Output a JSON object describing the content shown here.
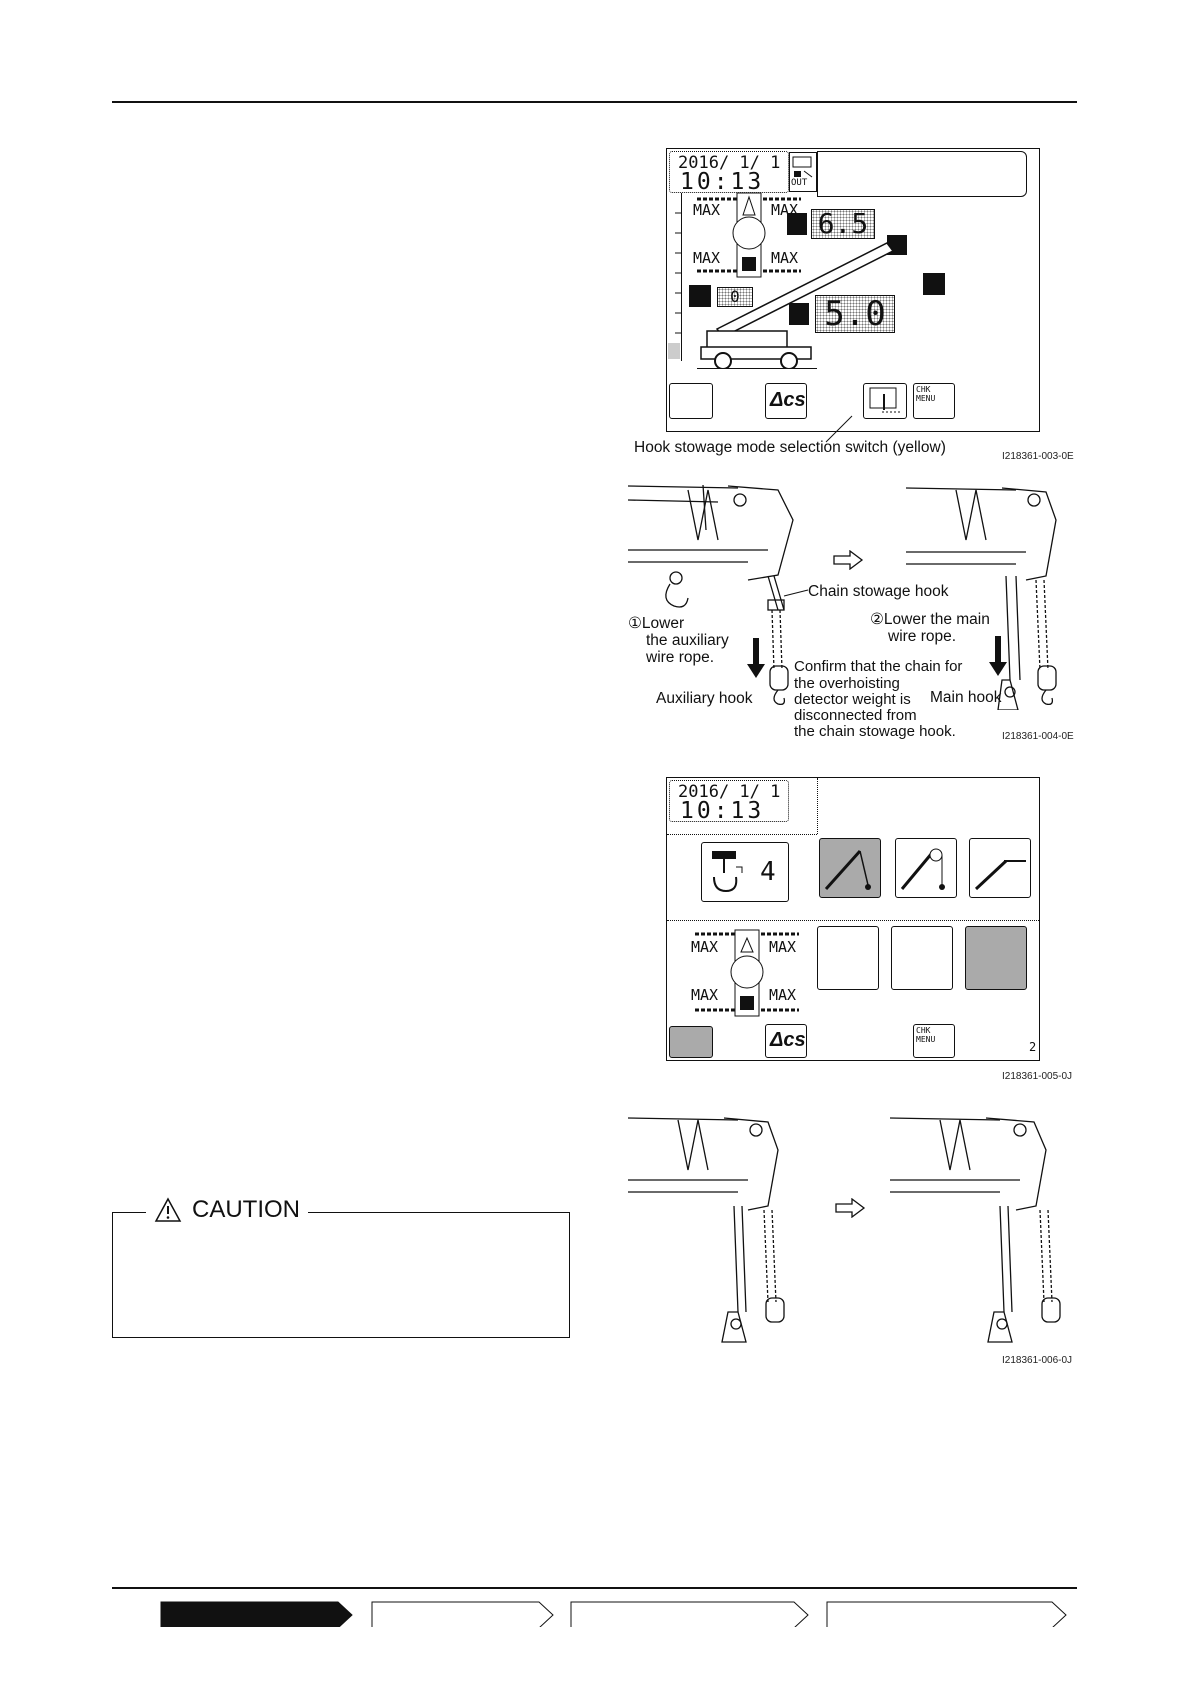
{
  "figure1": {
    "date": "2016/ 1/ 1",
    "time": "10:13",
    "out_label": "OUT",
    "max_labels": [
      "MAX",
      "MAX",
      "MAX",
      "MAX"
    ],
    "value_top": "6.5",
    "value_bottom": "5.0",
    "counter": "0",
    "acs_label": "Δcs",
    "chk_menu": "CHK MENU",
    "callout": "Hook stowage mode selection switch (yellow)",
    "figure_id": "I218361-003-0E",
    "icons": [
      "hook-position-icon",
      "boom-length-icon",
      "working-radius-icon",
      "jib-icon",
      "acs-button",
      "hook-stowage-switch-icon",
      "chk-menu-icon"
    ]
  },
  "figure2": {
    "chain_hook_label": "Chain stowage hook",
    "step1": "①Lower\n  the auxiliary\n  wire rope.",
    "step1_lines": [
      "①Lower",
      "the auxiliary",
      "wire rope."
    ],
    "step2_lines": [
      "②Lower the main",
      "wire rope."
    ],
    "confirm_lines": [
      "Confirm that the chain for",
      "the overhoisting",
      "detector weight is",
      "disconnected from",
      "the chain stowage hook."
    ],
    "aux_hook": "Auxiliary hook",
    "main_hook": "Main hook",
    "figure_id": "I218361-004-0E"
  },
  "figure3": {
    "date": "2016/ 1/ 1",
    "time": "10:13",
    "hook_count": "4",
    "max_labels": [
      "MAX",
      "MAX",
      "MAX",
      "MAX"
    ],
    "acs_label": "Δcs",
    "chk_menu": "CHK MENU",
    "page_number": "2",
    "figure_id": "I218361-005-0J"
  },
  "figure4": {
    "figure_id": "I218361-006-0J"
  },
  "caution": {
    "title": "CAUTION",
    "icon": "warning-triangle-icon"
  },
  "footer_nav": {
    "steps": [
      "",
      "",
      "",
      ""
    ]
  }
}
